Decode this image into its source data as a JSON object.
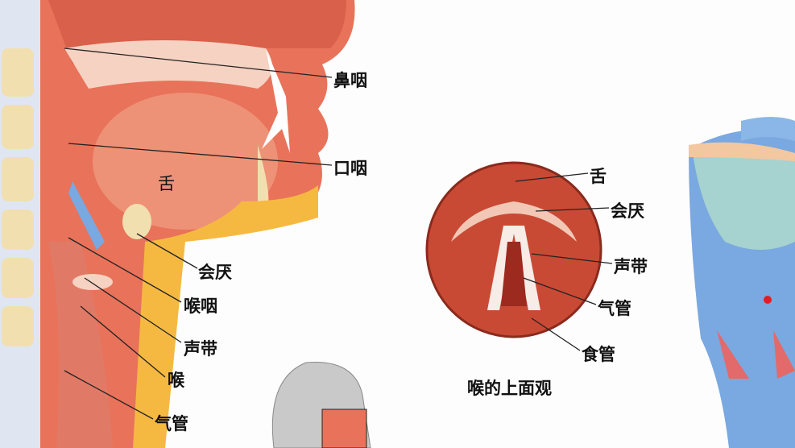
{
  "sagittal_labels": {
    "nasopharynx": "鼻咽",
    "oropharynx": "口咽",
    "tongue": "舌",
    "epiglottis": "会厌",
    "laryngopharynx": "喉咽",
    "vocal_cords": "声带",
    "larynx": "喉",
    "trachea": "气管"
  },
  "top_view": {
    "caption": "喉的上面观",
    "labels": {
      "tongue": "舌",
      "epiglottis": "会厌",
      "vocal_cords": "声带",
      "trachea": "气管",
      "esophagus": "食管"
    }
  },
  "colors": {
    "tissue": "#e8735a",
    "tissue_light": "#f3a58c",
    "esophagus_yellow": "#f5b942",
    "bone": "#f2dfb0",
    "cartilage_blue": "#7aa8e0"
  }
}
